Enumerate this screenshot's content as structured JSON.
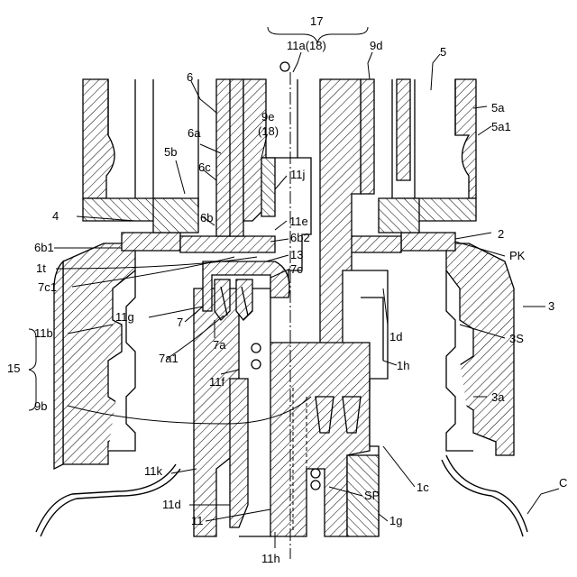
{
  "figure": {
    "labels": [
      {
        "id": "17",
        "text": "17"
      },
      {
        "id": "11a",
        "text": "11a(18)"
      },
      {
        "id": "9d",
        "text": "9d"
      },
      {
        "id": "5",
        "text": "5"
      },
      {
        "id": "5a",
        "text": "5a"
      },
      {
        "id": "5a1",
        "text": "5a1"
      },
      {
        "id": "6",
        "text": "6"
      },
      {
        "id": "6a",
        "text": "6a"
      },
      {
        "id": "9e",
        "text": "9e"
      },
      {
        "id": "18",
        "text": "(18)"
      },
      {
        "id": "5b",
        "text": "5b"
      },
      {
        "id": "6c",
        "text": "6c"
      },
      {
        "id": "11j",
        "text": "11j"
      },
      {
        "id": "4",
        "text": "4"
      },
      {
        "id": "6b",
        "text": "6b"
      },
      {
        "id": "11e",
        "text": "11e"
      },
      {
        "id": "2",
        "text": "2"
      },
      {
        "id": "6b1",
        "text": "6b1"
      },
      {
        "id": "6b2",
        "text": "6b2"
      },
      {
        "id": "PK",
        "text": "PK"
      },
      {
        "id": "1t",
        "text": "1t"
      },
      {
        "id": "13",
        "text": "13"
      },
      {
        "id": "7c",
        "text": "7c"
      },
      {
        "id": "7c1",
        "text": "7c1"
      },
      {
        "id": "3",
        "text": "3"
      },
      {
        "id": "11g",
        "text": "11g"
      },
      {
        "id": "1d",
        "text": "1d"
      },
      {
        "id": "11b",
        "text": "11b"
      },
      {
        "id": "7",
        "text": "7"
      },
      {
        "id": "7a",
        "text": "7a"
      },
      {
        "id": "3S",
        "text": "3S"
      },
      {
        "id": "15",
        "text": "15"
      },
      {
        "id": "7a1",
        "text": "7a1"
      },
      {
        "id": "11f",
        "text": "11f"
      },
      {
        "id": "1h",
        "text": "1h"
      },
      {
        "id": "3a",
        "text": "3a"
      },
      {
        "id": "9b",
        "text": "9b"
      },
      {
        "id": "11k",
        "text": "11k"
      },
      {
        "id": "1c",
        "text": "1c"
      },
      {
        "id": "C",
        "text": "C"
      },
      {
        "id": "11d",
        "text": "11d"
      },
      {
        "id": "SP",
        "text": "SP"
      },
      {
        "id": "11",
        "text": "11"
      },
      {
        "id": "1g",
        "text": "1g"
      },
      {
        "id": "11h",
        "text": "11h"
      }
    ]
  }
}
